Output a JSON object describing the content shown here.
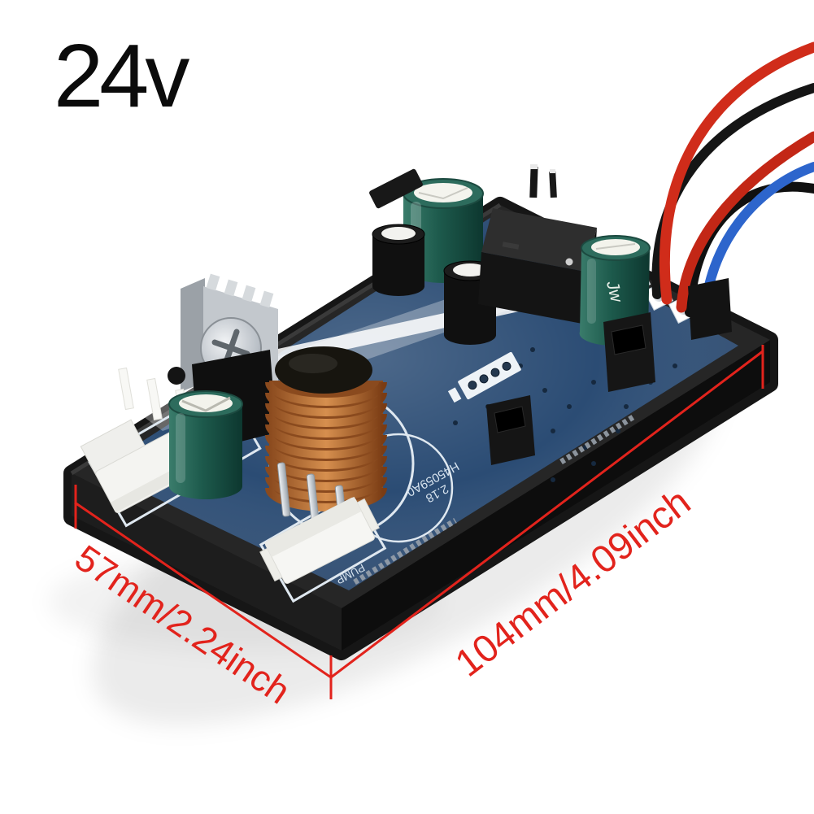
{
  "page": {
    "voltage_label": "24v",
    "background_color": "#ffffff"
  },
  "annotations": {
    "color": "#e2231c",
    "width_label": "57mm/2.24inch",
    "length_label": "104mm/4.09inch"
  },
  "board": {
    "silkscreen": {
      "model": "H45059A0",
      "version": "2.18",
      "pump_connector": "PUMP"
    },
    "capacitor_marking": "Jw",
    "colors": {
      "pcb": "#2b4c74",
      "case": "#161616",
      "capacitor_green": "#2d6c5d",
      "copper": "#8a4a1e",
      "heatsink": "#c3c8cd",
      "wire_red": "#d02c1a",
      "wire_red2": "#c32716",
      "wire_black": "#151515",
      "wire_black2": "#101010",
      "wire_blue": "#2d65cc"
    }
  }
}
